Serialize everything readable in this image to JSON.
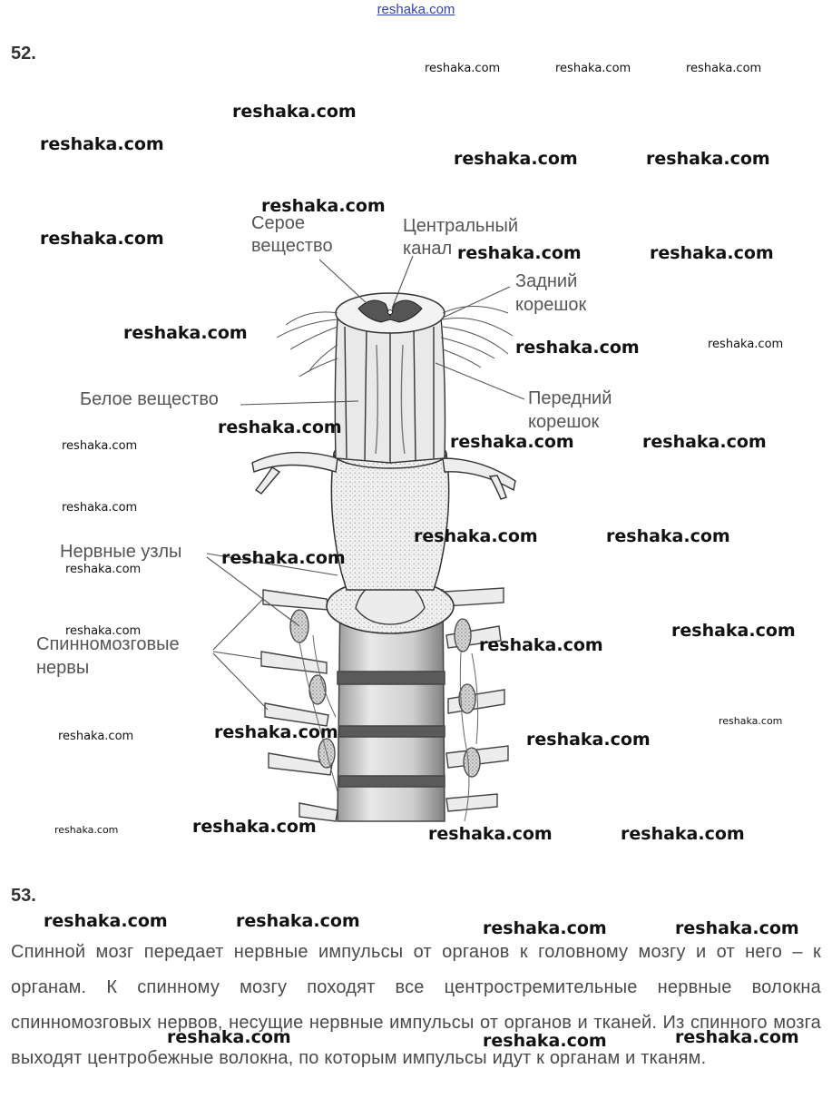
{
  "site_link": "reshaka.com",
  "q52": {
    "number": "52."
  },
  "q53": {
    "number": "53.",
    "text": "Спинной мозг передает нервные импульсы от органов к головному мозгу и от него – к органам. К спинному мозгу походят все центростремительные нервные волокна спинномозговых нервов, несущие нервные импульсы от органов и тканей. Из спинного мозга выходят центробежные волокна, по которым импульсы идут к органам и тканям."
  },
  "figure": {
    "labels": {
      "grey_matter_1": "Серое",
      "grey_matter_2": "вещество",
      "central_canal_1": "Центральный",
      "central_canal_2": "канал",
      "posterior_root_1": "Задний",
      "posterior_root_2": "корешок",
      "white_matter": "Белое вещество",
      "anterior_root_1": "Передний",
      "anterior_root_2": "корешок",
      "nerve_ganglia": "Нервные узлы",
      "spinal_nerves_1": "Спинномозговые",
      "spinal_nerves_2": "нервы"
    }
  },
  "watermark": "reshaka.com"
}
